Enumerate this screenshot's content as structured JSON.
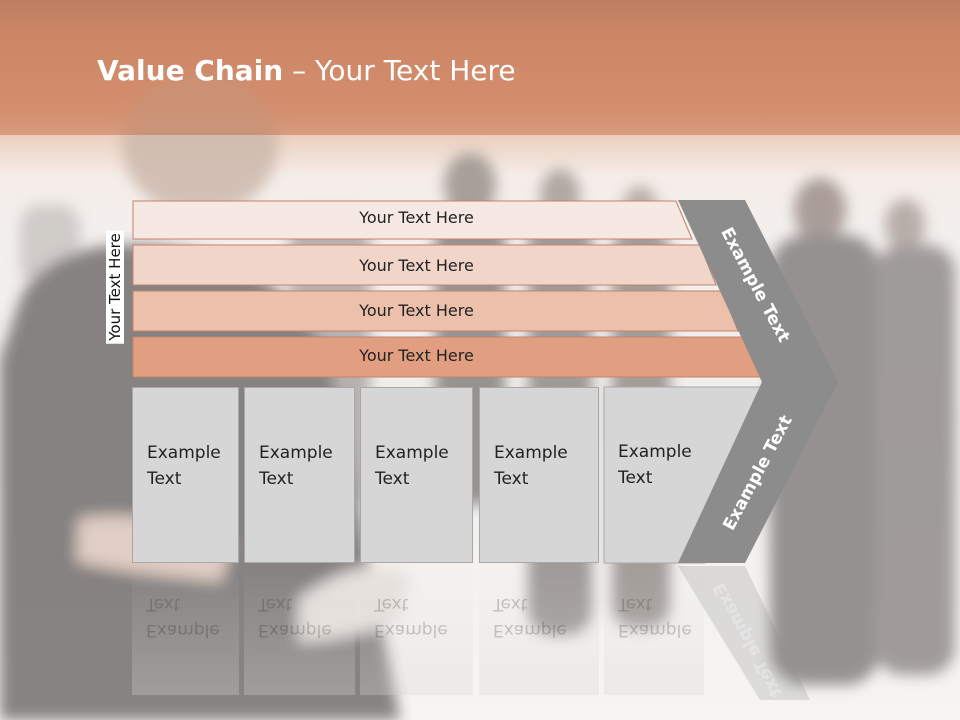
{
  "slide": {
    "title_bold": "Value Chain",
    "title_rest": " – Your Text Here",
    "side_label": "Your Text Here"
  },
  "rows": [
    {
      "label": "Your Text Here",
      "color": "#f6e8e2"
    },
    {
      "label": "Your Text Here",
      "color": "#f1d5c8"
    },
    {
      "label": "Your Text Here",
      "color": "#ecc0ab"
    },
    {
      "label": "Your Text Here",
      "color": "#e29e80"
    }
  ],
  "columns": [
    {
      "line1": "Example",
      "line2": "Text"
    },
    {
      "line1": "Example",
      "line2": "Text"
    },
    {
      "line1": "Example",
      "line2": "Text"
    },
    {
      "line1": "Example",
      "line2": "Text"
    },
    {
      "line1": "Example",
      "line2": "Text"
    }
  ],
  "chevron": {
    "upper_label": "Example Text",
    "lower_label": "Example Text",
    "color": "#8c8c8c"
  },
  "colors": {
    "title_bar": "#cf7b58",
    "box_fill": "#d6d6d6",
    "row_border": "#c2826a"
  }
}
